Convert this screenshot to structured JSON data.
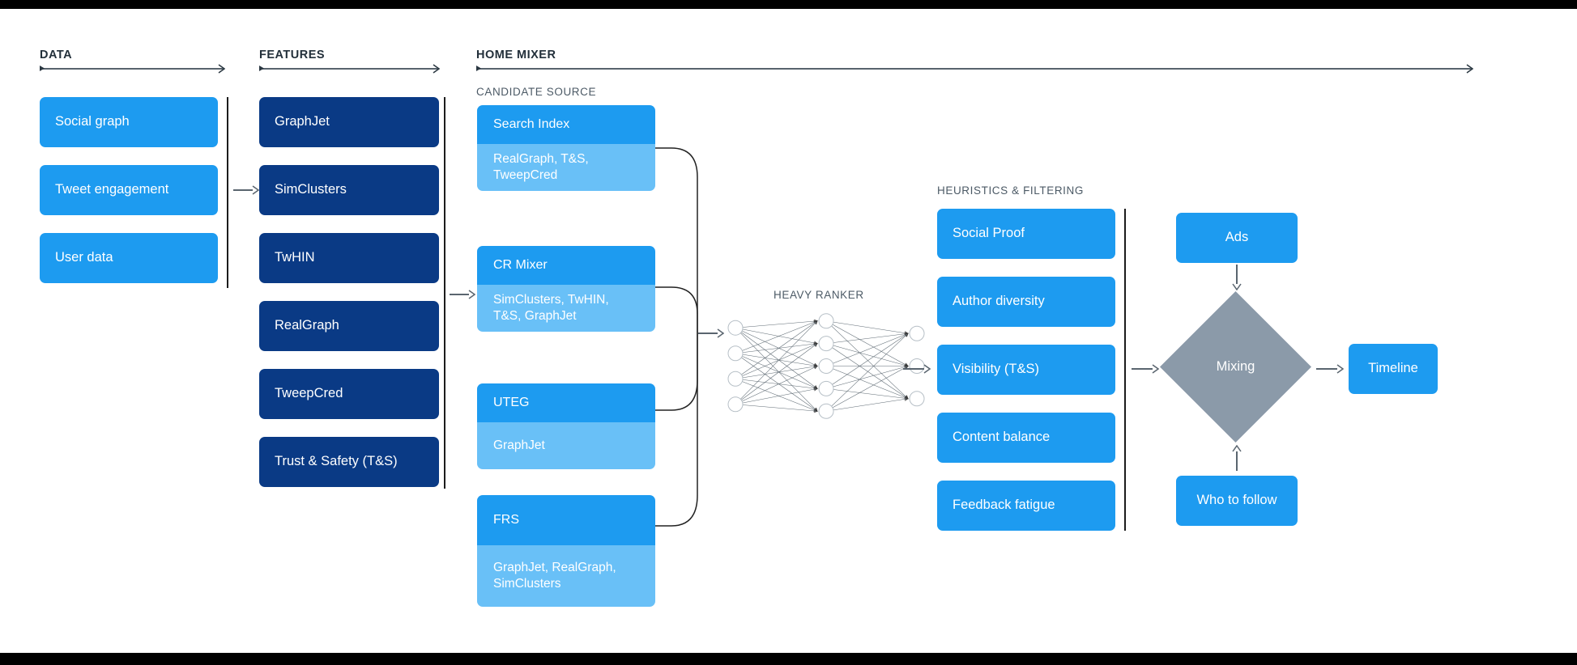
{
  "sections": {
    "data": {
      "label": "DATA"
    },
    "features": {
      "label": "FEATURES"
    },
    "home_mixer": {
      "label": "HOME MIXER"
    },
    "candidate_source": {
      "label": "CANDIDATE SOURCE"
    },
    "heavy_ranker": {
      "label": "HEAVY RANKER"
    },
    "heuristics": {
      "label": "HEURISTICS & FILTERING"
    }
  },
  "data_boxes": [
    {
      "label": "Social graph"
    },
    {
      "label": "Tweet engagement"
    },
    {
      "label": "User data"
    }
  ],
  "feature_boxes": [
    {
      "label": "GraphJet"
    },
    {
      "label": "SimClusters"
    },
    {
      "label": "TwHIN"
    },
    {
      "label": "RealGraph"
    },
    {
      "label": "TweepCred"
    },
    {
      "label": "Trust & Safety (T&S)"
    }
  ],
  "candidate_sources": [
    {
      "title": "Search Index",
      "features": "RealGraph, T&S,\nTweepCred"
    },
    {
      "title": "CR Mixer",
      "features": "SimClusters, TwHIN,\nT&S, GraphJet"
    },
    {
      "title": "UTEG",
      "features": "GraphJet"
    },
    {
      "title": "FRS",
      "features": "GraphJet, RealGraph,\nSimClusters"
    }
  ],
  "heuristics_boxes": [
    {
      "label": "Social Proof"
    },
    {
      "label": "Author diversity"
    },
    {
      "label": "Visibility (T&S)"
    },
    {
      "label": "Content balance"
    },
    {
      "label": "Feedback fatigue"
    }
  ],
  "output": {
    "ads": "Ads",
    "mixing": "Mixing",
    "who_to_follow": "Who to follow",
    "timeline": "Timeline"
  },
  "neural_net": {
    "layers": [
      4,
      5,
      3
    ]
  },
  "colors": {
    "navy": "#0a3a85",
    "blue": "#1d9bf0",
    "light_blue": "#69c0f7",
    "gray_diamond": "#8b9aa9",
    "arrow": "#5a656f",
    "label": "#4c5a66",
    "heading": "#222f3a"
  }
}
